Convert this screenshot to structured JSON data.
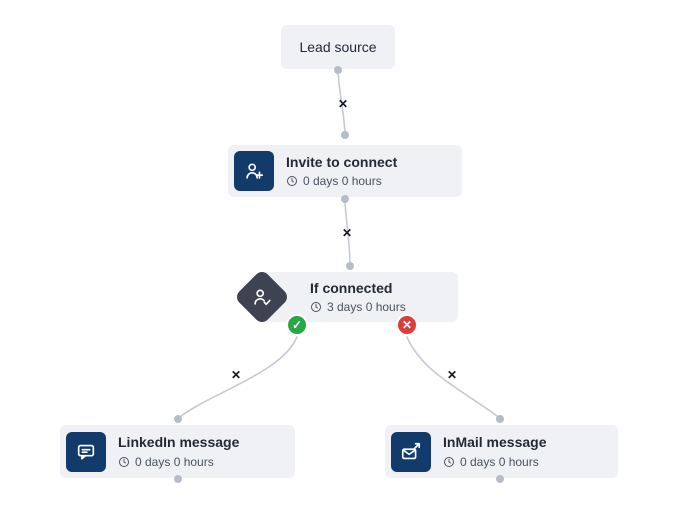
{
  "nodes": {
    "lead_source": {
      "title": "Lead source"
    },
    "invite": {
      "title": "Invite to connect",
      "delay": "0 days 0 hours"
    },
    "if_connected": {
      "title": "If connected",
      "delay": "3 days 0 hours"
    },
    "linkedin_message": {
      "title": "LinkedIn message",
      "delay": "0 days 0 hours"
    },
    "inmail_message": {
      "title": "InMail message",
      "delay": "0 days 0 hours"
    }
  },
  "edges": {
    "delete_glyph": "✕"
  },
  "branches": {
    "yes_glyph": "✓",
    "no_glyph": "✕"
  },
  "colors": {
    "node_bg": "#f0f1f4",
    "icon_navy": "#123a6b",
    "icon_slate": "#3d4351",
    "branch_yes": "#28a745",
    "branch_no": "#dd3c3c",
    "edge_line": "#c6cbd3",
    "port_gray": "#b7bdc7"
  }
}
